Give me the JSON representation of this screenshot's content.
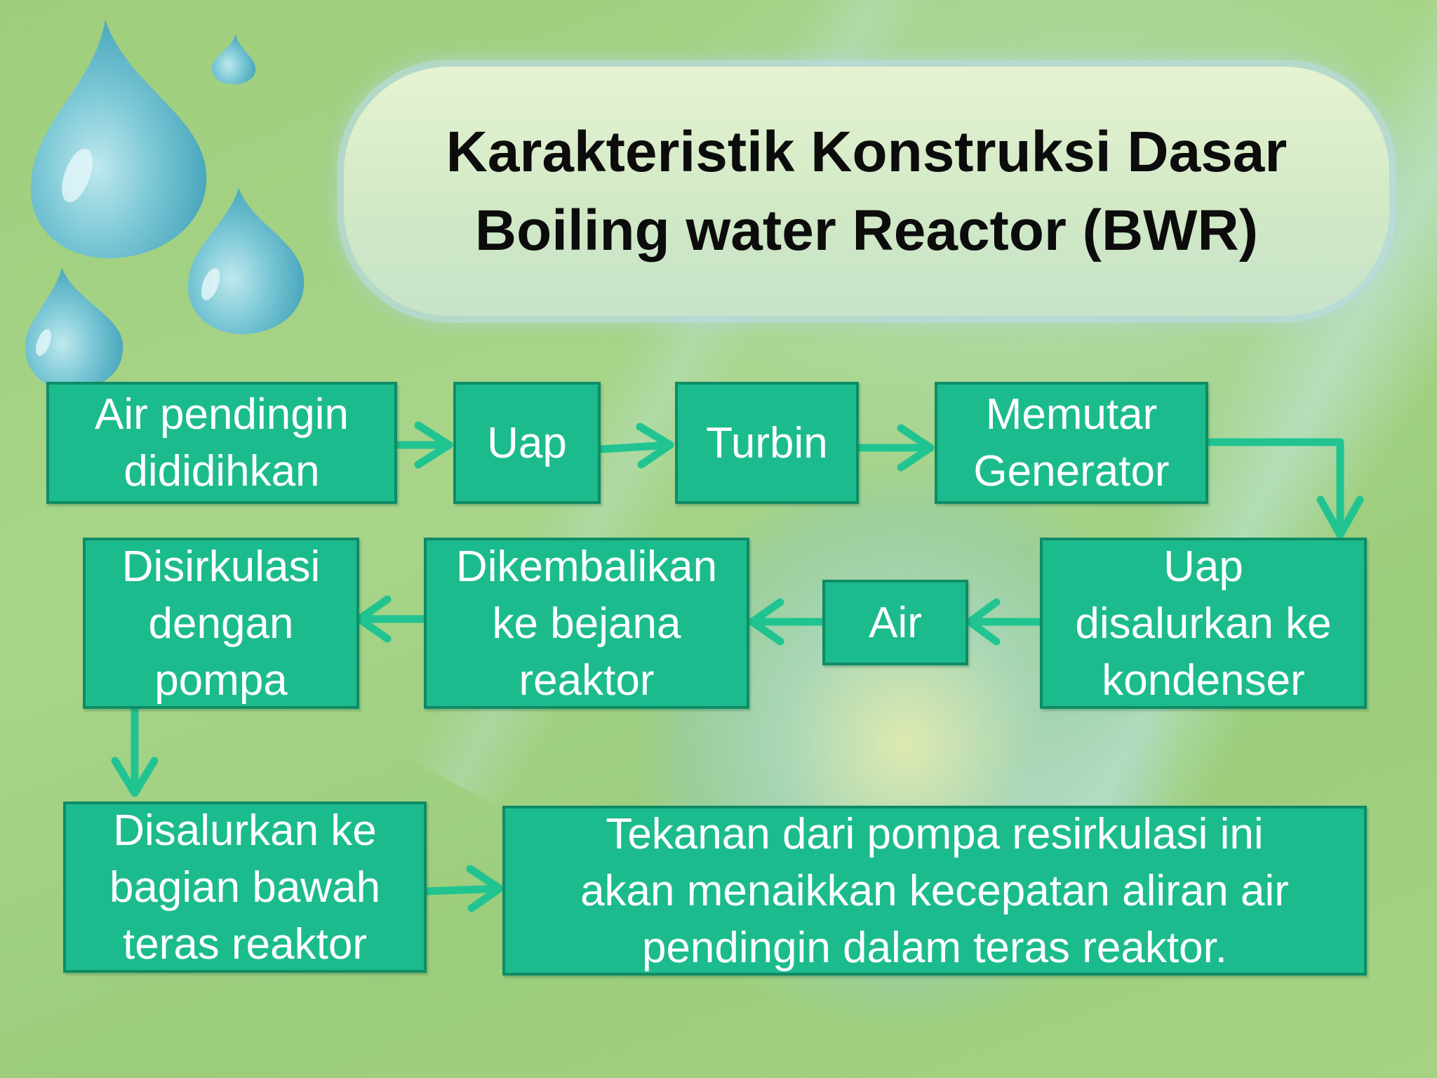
{
  "title": "Karakteristik Konstruksi Dasar\nBoiling water Reactor (BWR)",
  "colors": {
    "box_fill": "#1cbb8d",
    "box_border": "#0e8c65",
    "arrow": "#21c491",
    "text": "#ffffff"
  },
  "nodes": {
    "air_pendingin": "Air pendingin\ndididihkan",
    "uap": "Uap",
    "turbin": "Turbin",
    "generator": "Memutar\nGenerator",
    "uap_kondenser": "Uap\ndisalurkan ke\nkondenser",
    "air": "Air",
    "dikembalikan": "Dikembalikan\nke bejana\nreaktor",
    "disirkulasi": "Disirkulasi\ndengan\npompa",
    "disalurkan_bawah": "Disalurkan ke\nbagian bawah\nteras reaktor",
    "tekanan": "Tekanan dari pompa resirkulasi ini\nakan menaikkan kecepatan aliran air\npendingin dalam teras reaktor."
  }
}
